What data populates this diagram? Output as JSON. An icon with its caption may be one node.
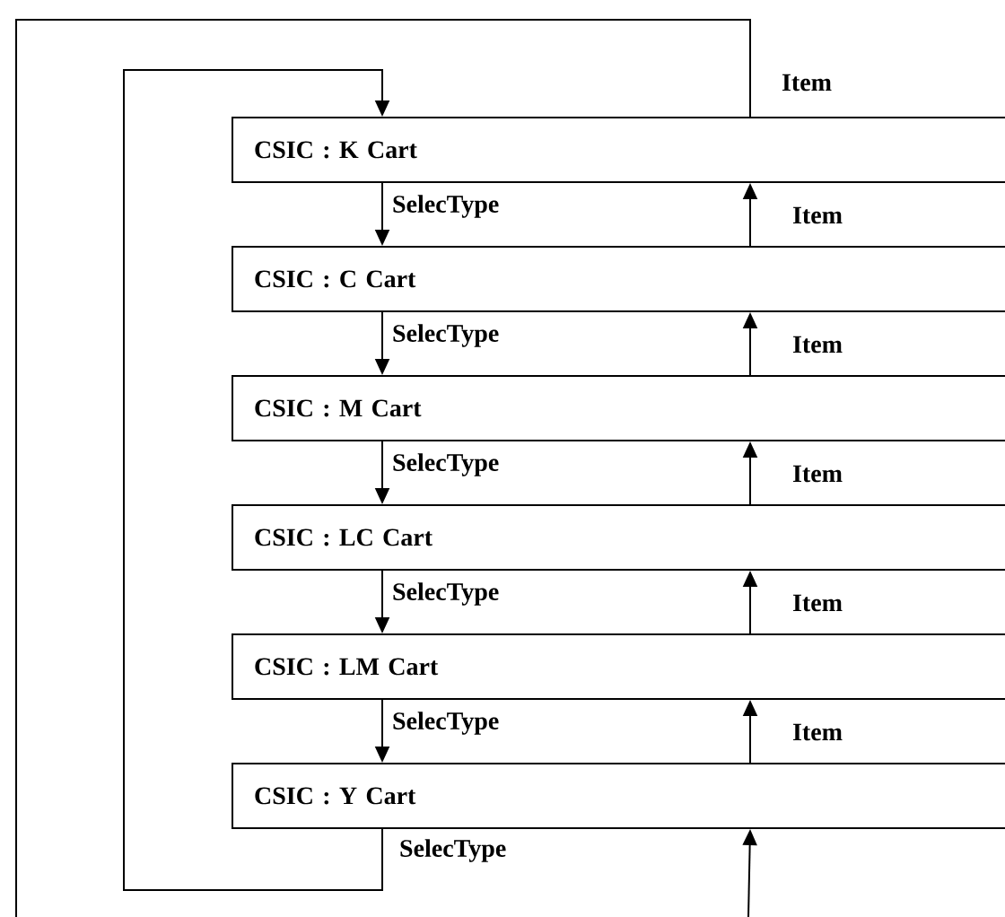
{
  "diagram": {
    "nodes": [
      {
        "text": [
          "CSIC : K Cart"
        ]
      },
      {
        "text": [
          "CSIC : C Cart"
        ]
      },
      {
        "text": [
          "CSIC : M Cart"
        ]
      },
      {
        "text": [
          "CSIC : LC Cart"
        ]
      },
      {
        "text": [
          "CSIC : LM Cart"
        ]
      },
      {
        "text": [
          "CSIC : Y Cart"
        ]
      }
    ],
    "edges": [
      {
        "from": 0,
        "to": 1,
        "arrow": "to",
        "label": "SelecType"
      },
      {
        "from": 1,
        "to": 2,
        "arrow": "to",
        "label": "SelecType"
      },
      {
        "from": 2,
        "to": 3,
        "arrow": "to",
        "label": "SelecType"
      },
      {
        "from": 3,
        "to": 4,
        "arrow": "to",
        "label": "SelecType"
      },
      {
        "from": 4,
        "to": 5,
        "arrow": "to",
        "label": "SelecType"
      },
      {
        "from": 1,
        "to": 0,
        "arrow": "to",
        "label": "Item"
      },
      {
        "from": 2,
        "to": 1,
        "arrow": "to",
        "label": "Item"
      },
      {
        "from": 3,
        "to": 2,
        "arrow": "to",
        "label": "Item"
      },
      {
        "from": 4,
        "to": 3,
        "arrow": "to",
        "label": "Item"
      },
      {
        "from": 5,
        "to": 4,
        "arrow": "to",
        "label": "Item"
      },
      {
        "from": 5,
        "to": 0,
        "arrow": "to",
        "label": "SelecType"
      },
      {
        "from": null,
        "to": 5,
        "arrow": "to"
      },
      {
        "from": 0,
        "to": null,
        "arrow": "none",
        "label": "Item"
      }
    ]
  }
}
